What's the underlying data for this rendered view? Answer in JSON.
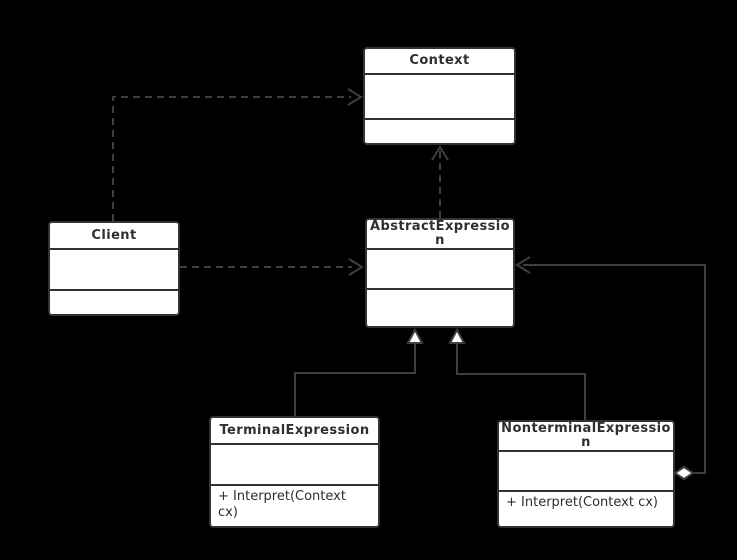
{
  "diagram": {
    "kind": "uml-class-diagram",
    "pattern": "Interpreter",
    "colors": {
      "background": "#000000",
      "stroke": "#3f3f3f",
      "box_border": "#333333",
      "box_fill": "#ffffff",
      "text": "#2f2f2f"
    }
  },
  "classes": {
    "context": {
      "name": "Context",
      "attributes": "",
      "methods": ""
    },
    "client": {
      "name": "Client",
      "attributes": "",
      "methods": ""
    },
    "abstract_expression": {
      "name": "AbstractExpression",
      "attributes": "",
      "methods": ""
    },
    "terminal_expression": {
      "name": "TerminalExpression",
      "attributes": "",
      "methods": "+ Interpret(Context cx)"
    },
    "nonterminal_expression": {
      "name": "NonterminalExpression",
      "attributes": "",
      "methods": "+ Interpret(Context cx)"
    }
  },
  "relationships": [
    {
      "type": "dependency",
      "from": "Client",
      "to": "Context",
      "line": "dashed",
      "arrowhead": "open"
    },
    {
      "type": "dependency",
      "from": "Client",
      "to": "AbstractExpression",
      "line": "dashed",
      "arrowhead": "open"
    },
    {
      "type": "dependency",
      "from": "AbstractExpression",
      "to": "Context",
      "line": "dashed",
      "arrowhead": "open"
    },
    {
      "type": "generalization",
      "from": "TerminalExpression",
      "to": "AbstractExpression",
      "line": "solid",
      "arrowhead": "hollow-triangle"
    },
    {
      "type": "generalization",
      "from": "NonterminalExpression",
      "to": "AbstractExpression",
      "line": "solid",
      "arrowhead": "hollow-triangle"
    },
    {
      "type": "aggregation",
      "from": "NonterminalExpression",
      "to": "AbstractExpression",
      "line": "solid",
      "arrowhead": "open",
      "diamond": "hollow"
    }
  ]
}
